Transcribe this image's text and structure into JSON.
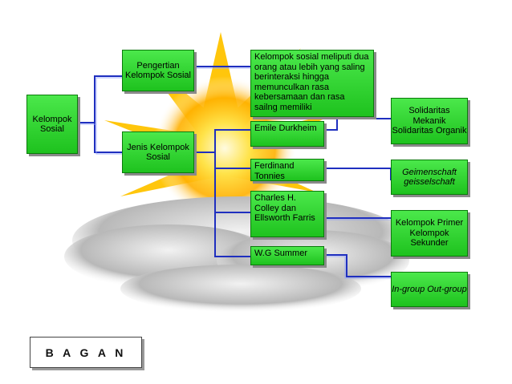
{
  "boxes": {
    "kelompok_sosial": "Kelompok Sosial",
    "pengertian": "Pengertian Kelompok Sosial",
    "jenis": "Jenis Kelompok Sosial",
    "definisi": "Kelompok sosial meliputi dua orang atau lebih yang saling berinteraksi hingga memunculkan rasa kebersamaan dan rasa sailng memiliki",
    "durkheim": "Emile Durkheim",
    "tonnies": "Ferdinand Tonnies",
    "cooley": "Charles H. Colley dan Ellsworth Farris",
    "summer": "W.G Summer",
    "solidaritas": "Solidaritas Mekanik Solidaritas Organik",
    "gemeinschaft": "Geimenschaft geisselschaft",
    "primer": "Kelompok Primer Kelompok Sekunder",
    "ingroup": "In-group Out-group"
  },
  "label": "B A G A N",
  "colors": {
    "box": "#22cc22",
    "connector": "#1f2fbf"
  }
}
